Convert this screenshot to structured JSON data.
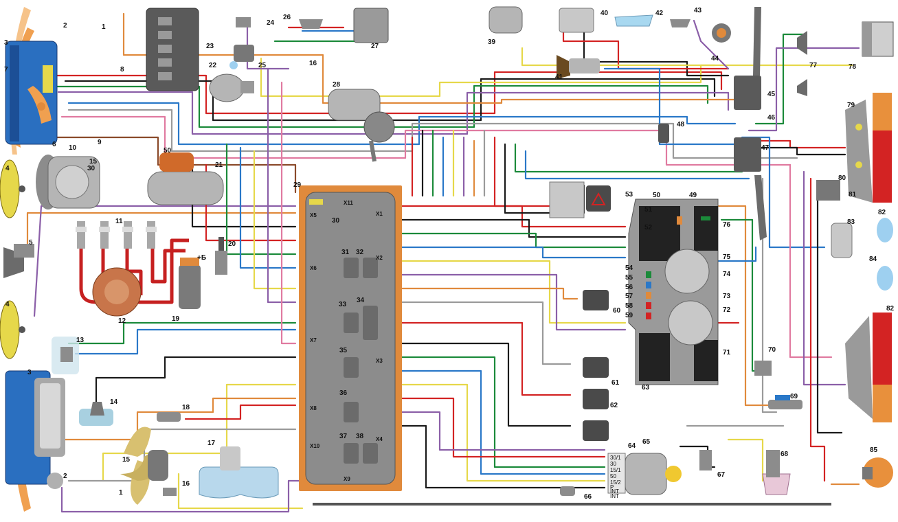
{
  "colors": {
    "red": "#d32323",
    "black": "#1a1a1a",
    "green": "#1b8a3a",
    "blue": "#2a78c8",
    "yellow": "#e6d84a",
    "orange": "#e08a3c",
    "violet": "#8b5fa8",
    "brown": "#8a4a2a",
    "grey": "#9a9a9a",
    "white": "#e8e8e8",
    "pink": "#e07aa0",
    "panel": "#8c8c8c",
    "panel_dark": "#6b6b6b",
    "headlamp_blue": "#2a6fc0",
    "headlamp_orange": "#f0a050"
  },
  "labels": {
    "n1": "1",
    "n1b": "1",
    "n2": "2",
    "n2b": "2",
    "n3": "3",
    "n3b": "3",
    "n4": "4",
    "n4b": "4",
    "n5": "5",
    "n6": "6",
    "n7": "7",
    "n8": "8",
    "n9": "9",
    "n10": "10",
    "n11": "11",
    "n12": "12",
    "n13": "13",
    "n14": "14",
    "n15": "15",
    "n15b": "15",
    "n16": "16",
    "n16b": "16",
    "n17": "17",
    "n18": "18",
    "n19": "19",
    "n20": "20",
    "n21": "21",
    "n22": "22",
    "n23": "23",
    "n24": "24",
    "n25": "25",
    "n26": "26",
    "n27": "27",
    "n28": "28",
    "n29": "29",
    "n30": "30",
    "n30b": "30",
    "n31": "31",
    "n32": "32",
    "n33": "33",
    "n34": "34",
    "n35": "35",
    "n36": "36",
    "n37": "37",
    "n38": "38",
    "n39": "39",
    "n40": "40",
    "n41": "41",
    "n42": "42",
    "n43": "43",
    "n44": "44",
    "n45": "45",
    "n46": "46",
    "n47": "47",
    "n48": "48",
    "n49": "49",
    "n50": "50",
    "n50b": "50",
    "n51": "51",
    "n52": "52",
    "n53": "53",
    "n54": "54",
    "n55": "55",
    "n56": "56",
    "n57": "57",
    "n58": "58",
    "n59": "59",
    "n60": "60",
    "n61": "61",
    "n62": "62",
    "n63": "63",
    "n64": "64",
    "n65": "65",
    "n66": "66",
    "n67": "67",
    "n68": "68",
    "n69": "69",
    "n70": "70",
    "n71": "71",
    "n72": "72",
    "n73": "73",
    "n74": "74",
    "n75": "75",
    "n76": "76",
    "n77": "77",
    "n78": "78",
    "n79": "79",
    "n80": "80",
    "n81": "81",
    "n82": "82",
    "n82b": "82",
    "n83": "83",
    "n84": "84",
    "n85": "85",
    "plusB": "+Б",
    "x1": "X1",
    "x2": "X2",
    "x3": "X3",
    "x4": "X4",
    "x5": "X5",
    "x6": "X6",
    "x7": "X7",
    "x8": "X8",
    "x9": "X9",
    "x10": "X10",
    "x11": "X11",
    "ign30_1": "30/1",
    "ign30": "30",
    "ign15_1": "15/1",
    "ign50": "50",
    "ign15_2": "15/2",
    "ignP": "P",
    "ignINT1": "INT",
    "ignINT2": "INT"
  }
}
